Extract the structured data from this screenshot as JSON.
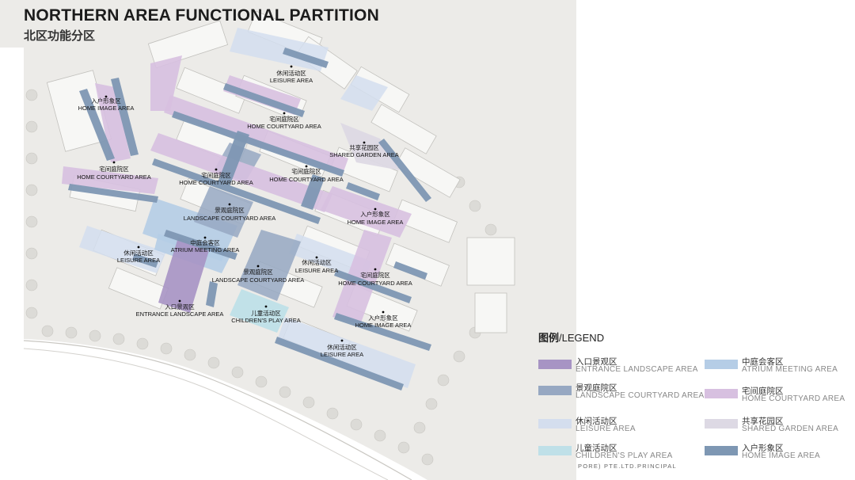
{
  "title": "NORTHERN AREA FUNCTIONAL PARTITION",
  "subtitle": "北区功能分区",
  "colors": {
    "entrance_landscape": "#a794c4",
    "landscape_courtyard": "#97a8c2",
    "leisure": "#d4deee",
    "childrens_play": "#bfe0e8",
    "atrium_meeting": "#b5cde6",
    "home_courtyard": "#d7c0e0",
    "shared_garden": "#ddd9e4",
    "home_image": "#7e97b3",
    "water": "#ffffff",
    "land": "#ecebe8",
    "building": "#f7f7f5"
  },
  "map_labels": [
    {
      "cn": "休闲活动区",
      "en": "LEISURE AREA"
    },
    {
      "cn": "入户形象区",
      "en": "HOME IMAGE AREA"
    },
    {
      "cn": "宅间庭院区",
      "en": "HOME COURTYARD AREA"
    },
    {
      "cn": "共享花园区",
      "en": "SHARED GARDEN AREA"
    },
    {
      "cn": "宅间庭院区",
      "en": "HOME COURTYARD AREA"
    },
    {
      "cn": "宅间庭院区",
      "en": "HOME COURTYARD AREA"
    },
    {
      "cn": "宅间庭院区",
      "en": "HOME COURTYARD AREA"
    },
    {
      "cn": "景观庭院区",
      "en": "LANDSCAPE COURTYARD AREA"
    },
    {
      "cn": "入户形象区",
      "en": "HOME IMAGE AREA"
    },
    {
      "cn": "中庭会客区",
      "en": "ATRIUM MEETING AREA"
    },
    {
      "cn": "休闲活动区",
      "en": "LEISURE AREA"
    },
    {
      "cn": "休闲活动区",
      "en": "LEISURE AREA"
    },
    {
      "cn": "景观庭院区",
      "en": "LANDSCAPE COURTYARD AREA"
    },
    {
      "cn": "宅间庭院区",
      "en": "HOME COURTYARD AREA"
    },
    {
      "cn": "入口景观区",
      "en": "ENTRANCE LANDSCAPE AREA"
    },
    {
      "cn": "儿童活动区",
      "en": "CHILDREN'S PLAY AREA"
    },
    {
      "cn": "入户形象区",
      "en": "HOME IMAGE AREA"
    },
    {
      "cn": "休闲活动区",
      "en": "LEISURE AREA"
    }
  ],
  "legend": {
    "title_cn": "图例",
    "title_en": "/LEGEND",
    "items": [
      {
        "cn": "入口景观区",
        "en": "ENTRANCE LANDSCAPE AREA",
        "color": "#a794c4"
      },
      {
        "cn": "景观庭院区",
        "en": "LANDSCAPE COURTYARD AREA",
        "color": "#97a8c2"
      },
      {
        "cn": "休闲活动区",
        "en": "LEISURE AREA",
        "color": "#d4deee"
      },
      {
        "cn": "儿童活动区",
        "en": "CHILDREN'S PLAY AREA",
        "color": "#bfe0e8"
      },
      {
        "cn": "中庭会客区",
        "en": "ATRIUM MEETING AREA",
        "color": "#b5cde6"
      },
      {
        "cn": "宅间庭院区",
        "en": "HOME COURTYARD AREA",
        "color": "#d7c0e0"
      },
      {
        "cn": "共享花园区",
        "en": "SHARED GARDEN AREA",
        "color": "#ddd9e4"
      },
      {
        "cn": "入户形象区",
        "en": "HOME IMAGE AREA",
        "color": "#7e97b3"
      }
    ]
  },
  "footer": "PORE) PTE.LTD.PRINCIPAL"
}
